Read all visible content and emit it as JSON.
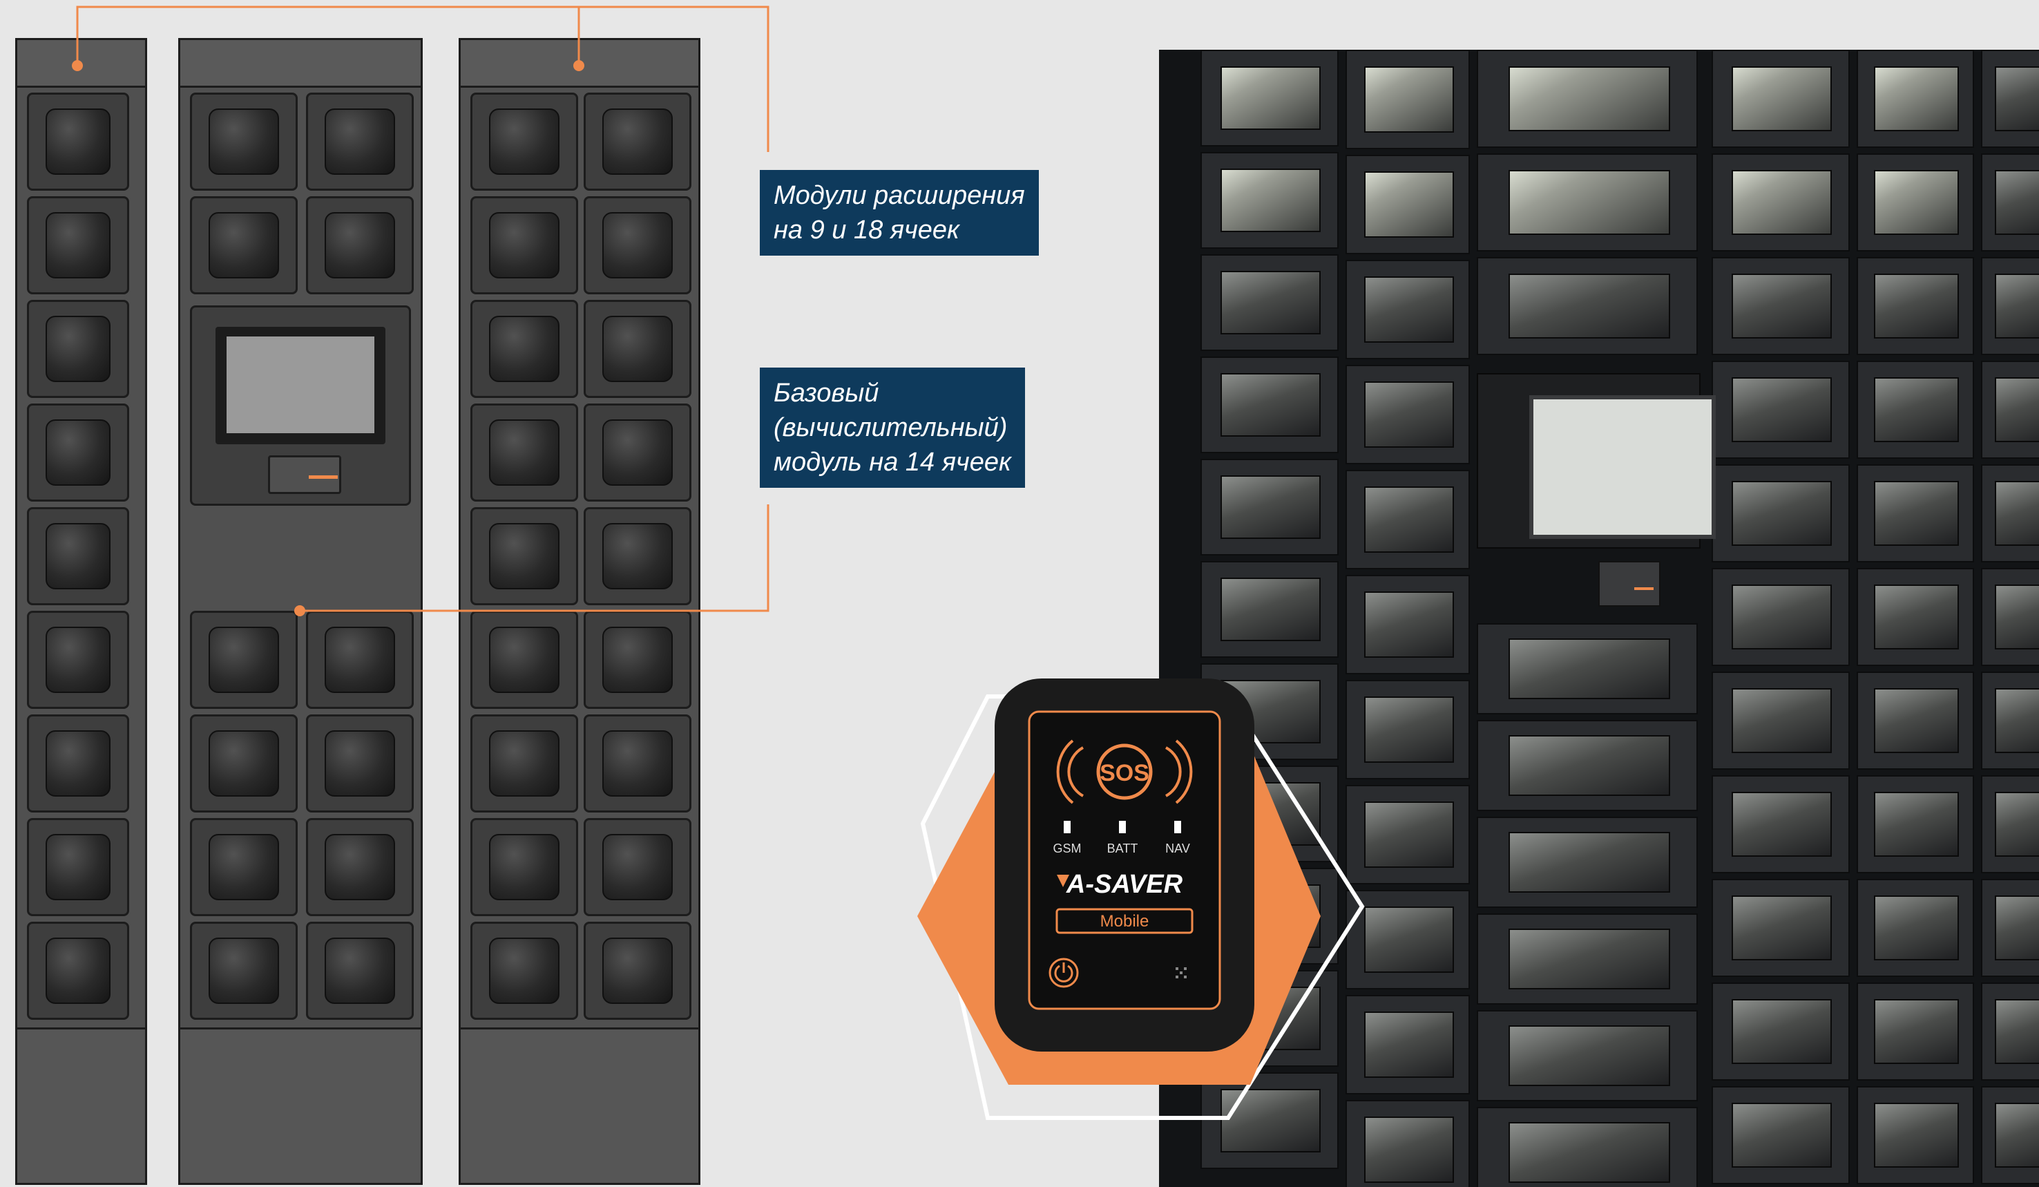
{
  "callouts": {
    "expansion_line1": "Модули расширения",
    "expansion_line2": "на 9 и 18 ячеек",
    "base_line1": "Базовый",
    "base_line2": "(вычислительный)",
    "base_line3": "модуль на 14 ячеек"
  },
  "device": {
    "sos": "SOS",
    "led_gsm": "GSM",
    "led_batt": "BATT",
    "led_nav": "NAV",
    "brand": "A-SAVER",
    "model": "Mobile",
    "power_icon": "power-icon",
    "signal_icon": "signal-waves-icon"
  },
  "colors": {
    "accent_orange": "#f08a4b",
    "callout_navy": "#0e3a5c",
    "cabinet_gray": "#505050"
  }
}
